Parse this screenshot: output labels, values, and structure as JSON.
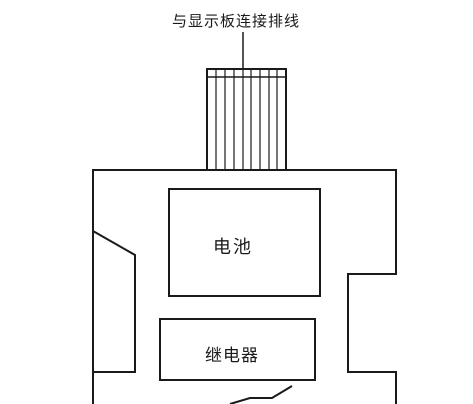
{
  "diagram": {
    "cable_label": "与显示板连接排线",
    "battery_label": "电池",
    "relay_label": "继电器"
  },
  "colors": {
    "stroke": "#1a1a1a",
    "background": "#ffffff"
  }
}
